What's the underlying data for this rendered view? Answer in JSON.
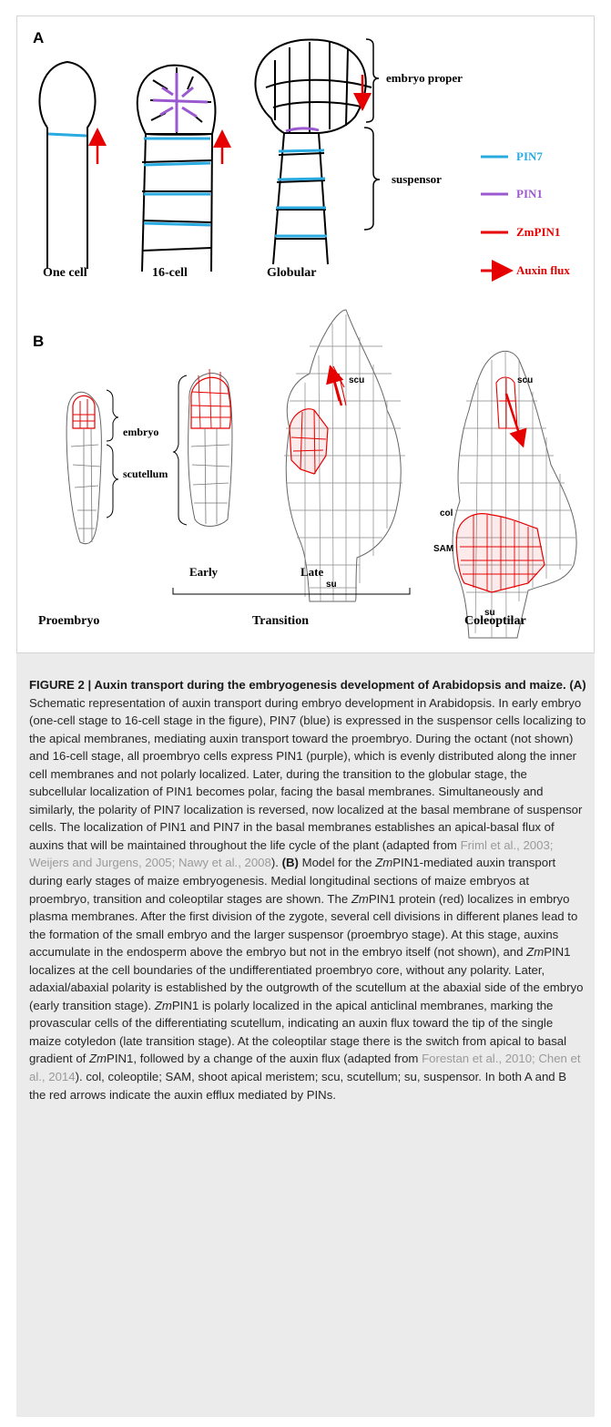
{
  "panel_a": {
    "label": "A",
    "stages": [
      "One cell",
      "16-cell",
      "Globular"
    ],
    "region_labels": [
      "embryo proper",
      "suspensor"
    ],
    "legend": [
      {
        "label": "PIN7",
        "color": "#29abe2"
      },
      {
        "label": "PIN1",
        "color": "#9b59d0"
      },
      {
        "label": "ZmPIN1",
        "color": "#e60000"
      },
      {
        "label": "Auxin flux",
        "color": "#e60000"
      }
    ]
  },
  "panel_b": {
    "label": "B",
    "proembryo_labels": [
      "embryo",
      "scutellum"
    ],
    "annotations": {
      "scu": "scu",
      "su": "su",
      "col": "col",
      "sam": "SAM"
    },
    "substages": [
      "Early",
      "Late"
    ],
    "stages": [
      "Proembryo",
      "Transition",
      "Coleoptilar"
    ]
  },
  "caption": {
    "title": "FIGURE 2 | Auxin transport during the embryogenesis development of Arabidopsis and maize.",
    "a_marker": "(A)",
    "a_text": "Schematic representation of auxin transport during embryo development in Arabidopsis. In early embryo (one-cell stage to 16-cell stage in the figure), PIN7 (blue) is expressed in the suspensor cells localizing to the apical membranes, mediating auxin transport toward the proembryo. During the octant (not shown) and 16-cell stage, all proembryo cells express PIN1 (purple), which is evenly distributed along the inner cell membranes and not polarly localized. Later, during the transition to the globular stage, the subcellular localization of PIN1 becomes polar, facing the basal membranes. Simultaneously and similarly, the polarity of PIN7 localization is reversed, now localized at the basal membrane of suspensor cells. The localization of PIN1 and PIN7 in the basal membranes establishes an apical-basal flux of auxins that will be maintained throughout the life cycle of the plant (adapted from",
    "a_refs": "Friml et al., 2003; Weijers and Jurgens, 2005; Nawy et al., 2008",
    "a_end": ").",
    "b_marker": "(B)",
    "b_1": "Model for the",
    "zm": "Zm",
    "b_2": "PIN1-mediated auxin transport during early stages of maize embryogenesis. Medial longitudinal sections of maize embryos at proembryo, transition and coleoptilar stages are shown. The",
    "b_3": "PIN1 protein (red) localizes in embryo plasma membranes. After the first division of the zygote, several cell divisions in different planes lead to the formation of the small embryo and the larger suspensor (proembryo stage). At this stage, auxins accumulate in the endosperm above the embryo but not in the embryo itself (not shown), and",
    "b_4": "PIN1 localizes at the cell boundaries of the undifferentiated proembryo core, without any polarity. Later, adaxial/abaxial polarity is established by the outgrowth of the scutellum at the abaxial side of the embryo (early transition stage).",
    "b_5": "PIN1 is polarly localized in the apical anticlinal membranes, marking the provascular cells of the differentiating scutellum, indicating an auxin flux toward the tip of the single maize cotyledon (late transition stage). At the coleoptilar stage there is the switch from apical to basal gradient of",
    "b_6": "PIN1, followed by a change of the auxin flux (adapted from",
    "b_refs": "Forestan et al., 2010; Chen et al., 2014",
    "b_7": "). col, coleoptile; SAM, shoot apical meristem; scu, scutellum; su, suspensor. In both A and B the red arrows indicate the auxin efflux mediated by PINs."
  }
}
